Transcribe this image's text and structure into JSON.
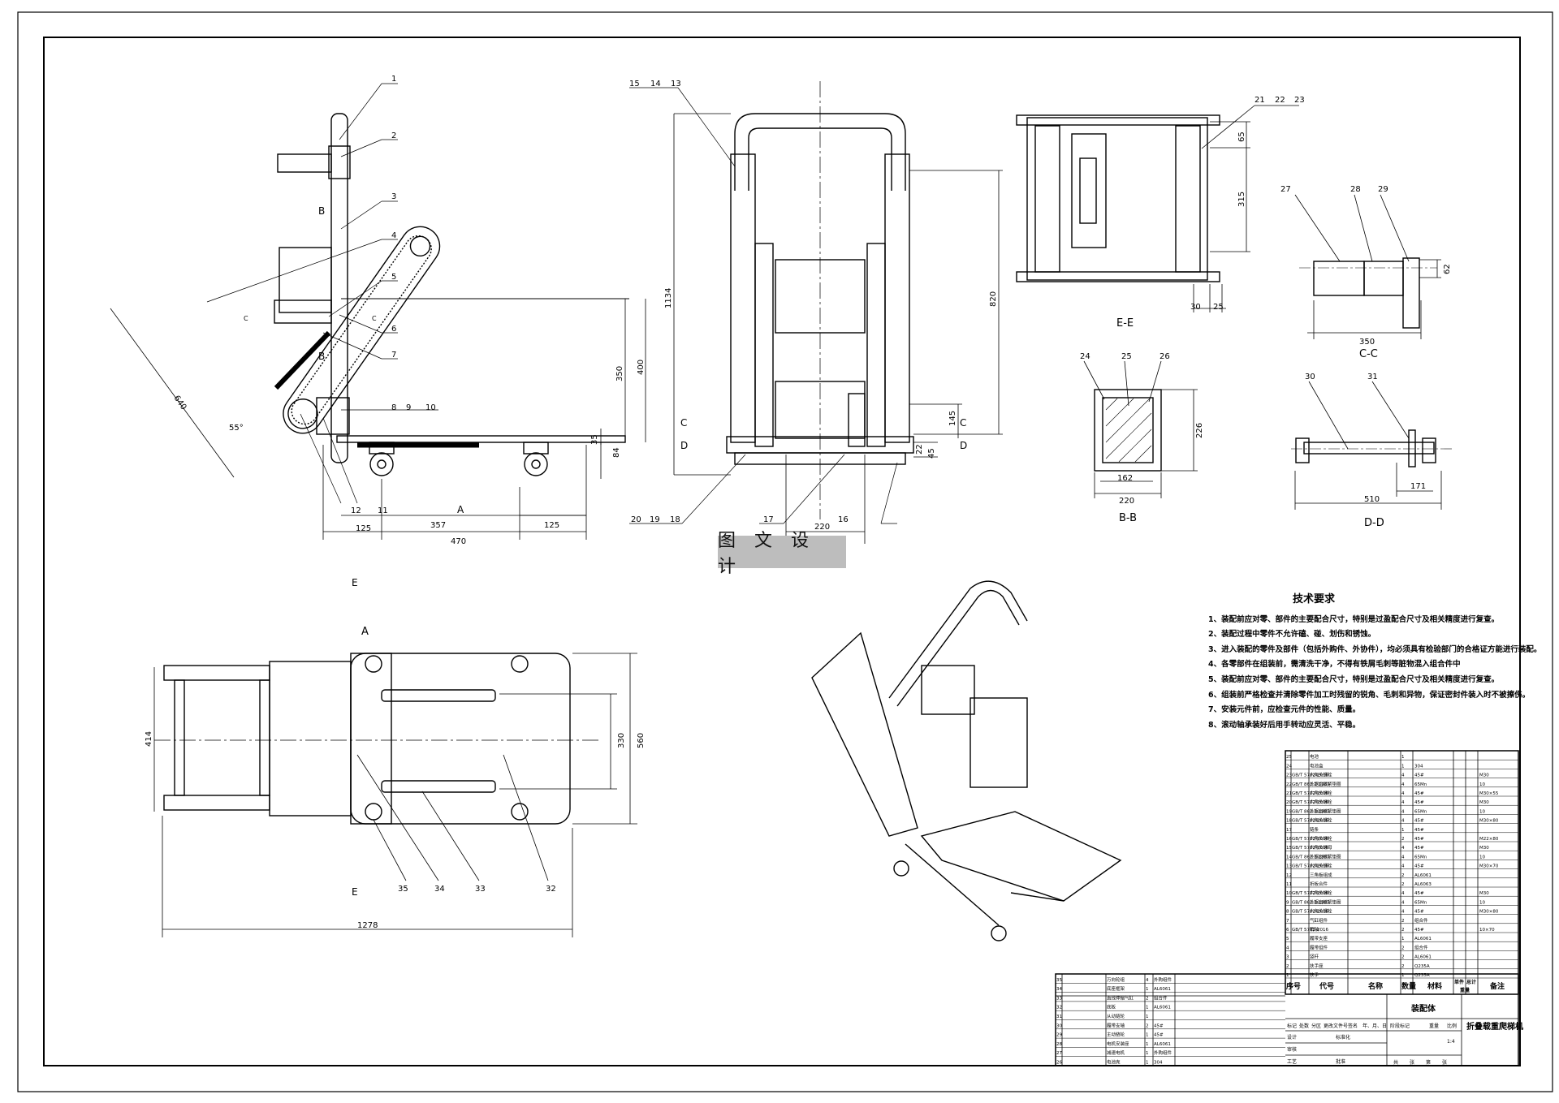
{
  "watermark": "图 文 设 计",
  "tech": {
    "title": "技术要求",
    "items": [
      "1、装配前应对零、部件的主要配合尺寸，特别是过盈配合尺寸及相关精度进行复查。",
      "2、装配过程中零件不允许磕、碰、划伤和锈蚀。",
      "3、进入装配的零件及部件（包括外购件、外协件），均必须具有检验部门的合格证方能进行装配。",
      "4、各零部件在组装前，需清洗干净，不得有铁屑毛刺等脏物混入组合件中",
      "5、装配前应对零、部件的主要配合尺寸，特别是过盈配合尺寸及相关精度进行复查。",
      "6、组装前严格检查并清除零件加工时残留的锐角、毛刺和异物，保证密封件装入时不被擦伤。",
      "7、安装元件前，应检查元件的性能、质量。",
      "8、滚动轴承装好后用手转动应灵活、平稳。"
    ]
  },
  "views": {
    "side": {
      "balloons": [
        "1",
        "2",
        "3",
        "4",
        "5",
        "6",
        "7",
        "8",
        "9",
        "10",
        "11",
        "12"
      ],
      "dims": [
        "125",
        "357",
        "470",
        "125",
        "350",
        "400",
        "640",
        "55°",
        "35",
        "84"
      ],
      "markers": [
        "B",
        "B",
        "C",
        "C",
        "A"
      ]
    },
    "front": {
      "balloons": [
        "15",
        "14",
        "13",
        "20",
        "19",
        "18",
        "17",
        "16"
      ],
      "dims": [
        "1134",
        "820",
        "145",
        "220",
        "22",
        "45"
      ],
      "markers": [
        "C",
        "C",
        "D",
        "D"
      ]
    },
    "ee": {
      "label": "E-E",
      "balloons": [
        "21",
        "22",
        "23"
      ],
      "dims": [
        "65",
        "315",
        "30",
        "25"
      ]
    },
    "cc": {
      "label": "C-C",
      "balloons": [
        "27",
        "28",
        "29"
      ],
      "dims": [
        "350",
        "62"
      ]
    },
    "bb": {
      "label": "B-B",
      "balloons": [
        "24",
        "25",
        "26"
      ],
      "dims": [
        "162",
        "220",
        "226"
      ]
    },
    "dd": {
      "label": "D-D",
      "balloons": [
        "30",
        "31"
      ],
      "dims": [
        "510",
        "171"
      ]
    },
    "top": {
      "label": "A",
      "balloons": [
        "35",
        "34",
        "33",
        "32"
      ],
      "dims": [
        "1278",
        "414",
        "560",
        "330"
      ],
      "markers": [
        "E",
        "E"
      ]
    }
  },
  "bom": {
    "headers": [
      "序号",
      "代号",
      "名称",
      "数量",
      "材料",
      "单件",
      "总计",
      "备注"
    ],
    "weight_label": "重量",
    "rows": [
      [
        "25",
        "",
        "电池",
        "1",
        "",
        ""
      ],
      [
        "24",
        "",
        "电池盒",
        "1",
        "304",
        ""
      ],
      [
        "23",
        "GB/T 5782-2016",
        "六角头螺栓",
        "4",
        "45#",
        "M30"
      ],
      [
        "22",
        "GB/T 862.2-1987",
        "外锯齿锁紧垫圈",
        "4",
        "65Mn",
        "10"
      ],
      [
        "21",
        "GB/T 5782-2016",
        "六角头螺栓",
        "4",
        "45#",
        "M30×55"
      ],
      [
        "20",
        "GB/T 5782-2016",
        "六角头螺栓",
        "4",
        "45#",
        "M30"
      ],
      [
        "19",
        "GB/T 862.2-1987",
        "外锯齿锁紧垫圈",
        "4",
        "65Mn",
        "10"
      ],
      [
        "18",
        "GB/T 5782-2016",
        "六角头螺栓",
        "4",
        "45#",
        "M30×80"
      ],
      [
        "17",
        "",
        "链条",
        "1",
        "45#",
        ""
      ],
      [
        "16",
        "GB/T 5782-2016",
        "六角头螺栓",
        "2",
        "45#",
        "M22×80"
      ],
      [
        "15",
        "GB/T 5782-2016",
        "六角头螺母",
        "4",
        "45#",
        "M30"
      ],
      [
        "14",
        "GB/T 862.2-1987",
        "外锯齿锁紧垫圈",
        "4",
        "65Mn",
        "10"
      ],
      [
        "13",
        "GB/T 5782-2016",
        "六角头螺栓",
        "4",
        "45#",
        "M30×70"
      ],
      [
        "12",
        "",
        "三角板组成",
        "2",
        "AL6061",
        ""
      ],
      [
        "11",
        "",
        "折板合件",
        "2",
        "AL6063",
        ""
      ],
      [
        "10",
        "GB/T 5782-2016",
        "六角头螺栓",
        "4",
        "45#",
        "M30"
      ],
      [
        "9",
        "GB/T 862.2-1987",
        "外锯齿锁紧垫圈",
        "4",
        "65Mn",
        "10"
      ],
      [
        "8",
        "GB/T 5782-2016",
        "六角头螺栓",
        "4",
        "45#",
        "M30×80"
      ],
      [
        "7",
        "",
        "气缸组件",
        "2",
        "组合件",
        ""
      ],
      [
        "6",
        "GB/T 5782-2016",
        "销轴",
        "2",
        "45#",
        "10×70"
      ],
      [
        "5",
        "",
        "履带支座",
        "1",
        "AL6061",
        ""
      ],
      [
        "4",
        "",
        "履带组件",
        "2",
        "组合件",
        ""
      ],
      [
        "3",
        "",
        "竖杆",
        "2",
        "AL6061",
        ""
      ],
      [
        "2",
        "",
        "扶手座",
        "2",
        "Q235A",
        ""
      ],
      [
        "1",
        "",
        "扶手",
        "1",
        "Q235A",
        ""
      ]
    ]
  },
  "parts_lower": {
    "rows": [
      [
        "35",
        "",
        "万向轮组",
        "4",
        "外购组件"
      ],
      [
        "34",
        "",
        "底座框架",
        "1",
        "AL6061"
      ],
      [
        "33",
        "",
        "直线伸缩气缸",
        "2",
        "组合件"
      ],
      [
        "32",
        "",
        "底板",
        "1",
        "AL6061"
      ],
      [
        "31",
        "",
        "从动链轮",
        "1",
        ""
      ],
      [
        "30",
        "",
        "履带支轴",
        "2",
        "45#"
      ],
      [
        "29",
        "",
        "主动链轮",
        "1",
        "45#"
      ],
      [
        "28",
        "",
        "电机安装座",
        "1",
        "AL6061"
      ],
      [
        "27",
        "",
        "减速电机",
        "1",
        "外购组件"
      ],
      [
        "26",
        "",
        "电池壳",
        "1",
        "304"
      ]
    ]
  },
  "title_block": {
    "assembly": "装配体",
    "product": "折叠载重爬梯机",
    "labels": [
      "标记",
      "处数",
      "分区",
      "更改文件号",
      "签名",
      "年、月、日"
    ],
    "design": "设计",
    "standard": "标准化",
    "review": "审核",
    "process": "工艺",
    "approve": "批准",
    "stage": "阶段标记",
    "weight": "重量",
    "scale": "比例",
    "scale_value": "1:4",
    "sheets": [
      "共",
      "张",
      "第",
      "张"
    ]
  }
}
